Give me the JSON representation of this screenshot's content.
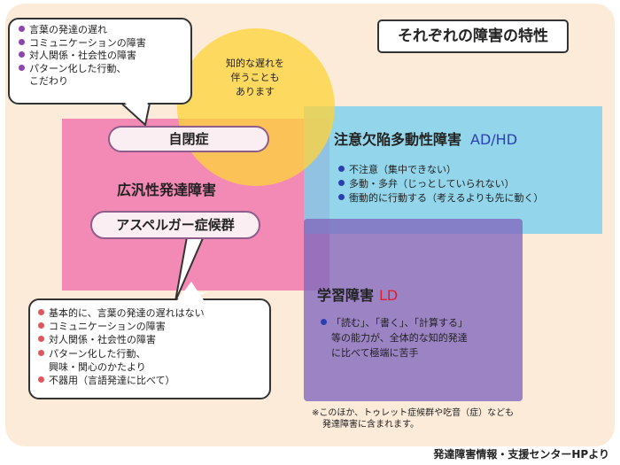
{
  "title": "それぞれの障害の特性",
  "circle_note": [
    "知的な遅れを",
    "伴うことも",
    "あります"
  ],
  "autism": {
    "label": "自閉症",
    "traits": [
      "言葉の発達の遅れ",
      "コミュニケーションの障害",
      "対人関係・社会性の障害",
      "パターン化した行動、",
      "こだわり"
    ]
  },
  "pdd": {
    "label": "広汎性発達障害"
  },
  "asperger": {
    "label": "アスペルガー症候群",
    "traits": [
      "基本的に、言葉の発達の遅れはない",
      "コミュニケーションの障害",
      "対人関係・社会性の障害",
      "パターン化した行動、",
      "興味・関心のかたより",
      "不器用（言語発達に比べて）"
    ]
  },
  "adhd": {
    "label": "注意欠陥多動性障害",
    "abbr": "AD/HD",
    "traits": [
      "不注意（集中できない）",
      "多動・多弁（じっとしていられない）",
      "衝動的に行動する（考えるよりも先に動く）"
    ]
  },
  "ld": {
    "label": "学習障害",
    "abbr": "LD",
    "traits": [
      "「読む」、「書く」、「計算する」",
      "等の能力が、全体的な知的発達",
      "に比べて極端に苦手"
    ]
  },
  "note": [
    "※このほか、トゥレット症候群や吃音（症）なども",
    "発達障害に含まれます。"
  ],
  "source": "発達障害情報・支援センターHPより",
  "colors": {
    "background": "#fcebd9",
    "pdd": "#f06eaa",
    "adhd": "#78d0ee",
    "ld": "#8269be",
    "circle": "#fcd43c",
    "blue_text": "#2b3fb0",
    "red_text": "#e0202d"
  }
}
